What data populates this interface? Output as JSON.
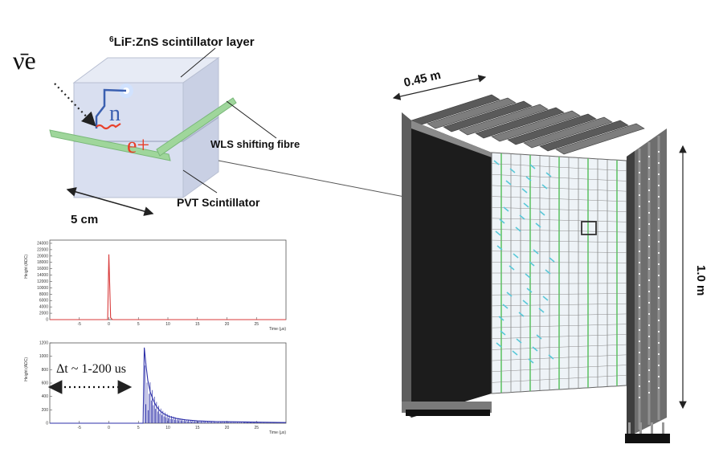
{
  "labels": {
    "neutrino": "ν̄e",
    "layer_sup": "6",
    "layer": "LiF:ZnS scintillator layer",
    "wls": "WLS shifting fibre",
    "pvt": "PVT Scintillator",
    "cube_size": "5 cm",
    "neutron": "n",
    "positron": "e+",
    "width": "0.45 m",
    "height": "1.0 m",
    "delta_t": "Δt ~ 1-200 us"
  },
  "colors": {
    "cube_face": "#dde3f2",
    "fibre": "#9fd69b",
    "neutron": "#3a5fb0",
    "positron": "#e8402a",
    "frame": "#6b6b6b",
    "panel_dark": "#111111",
    "signal_top": "#d83a3a",
    "signal_bottom": "#2c2fa8"
  },
  "chart_data": [
    {
      "type": "line",
      "xlabel": "Time (μs)",
      "ylabel": "Height (ADC)",
      "xlim": [
        -10,
        30
      ],
      "ylim": [
        0,
        25000
      ],
      "xticks": [
        -5,
        0,
        5,
        10,
        15,
        20,
        25
      ],
      "yticks": [
        0,
        2000,
        4000,
        6000,
        8000,
        10000,
        12000,
        14000,
        16000,
        18000,
        20000,
        22000,
        24000
      ],
      "series": [
        {
          "x": [
            -10,
            -0.2,
            0,
            0.3,
            0.6,
            30
          ],
          "y": [
            0,
            0,
            20500,
            600,
            0,
            0
          ]
        }
      ]
    },
    {
      "type": "line",
      "xlabel": "Time (μs)",
      "ylabel": "Height (ADC)",
      "xlim": [
        -10,
        30
      ],
      "ylim": [
        0,
        1200
      ],
      "xticks": [
        -5,
        0,
        5,
        10,
        15,
        20,
        25
      ],
      "yticks": [
        0,
        200,
        400,
        600,
        800,
        1000,
        1200
      ],
      "series": [
        {
          "x": [
            -10,
            5.8,
            6.0,
            6.3,
            6.6,
            7.0,
            7.5,
            8.0,
            8.6,
            9.3,
            10.2,
            11.5,
            13,
            15,
            18,
            22,
            26,
            30
          ],
          "y": [
            0,
            0,
            1130,
            860,
            640,
            470,
            350,
            260,
            190,
            140,
            100,
            70,
            50,
            35,
            25,
            20,
            15,
            10
          ]
        }
      ]
    }
  ]
}
